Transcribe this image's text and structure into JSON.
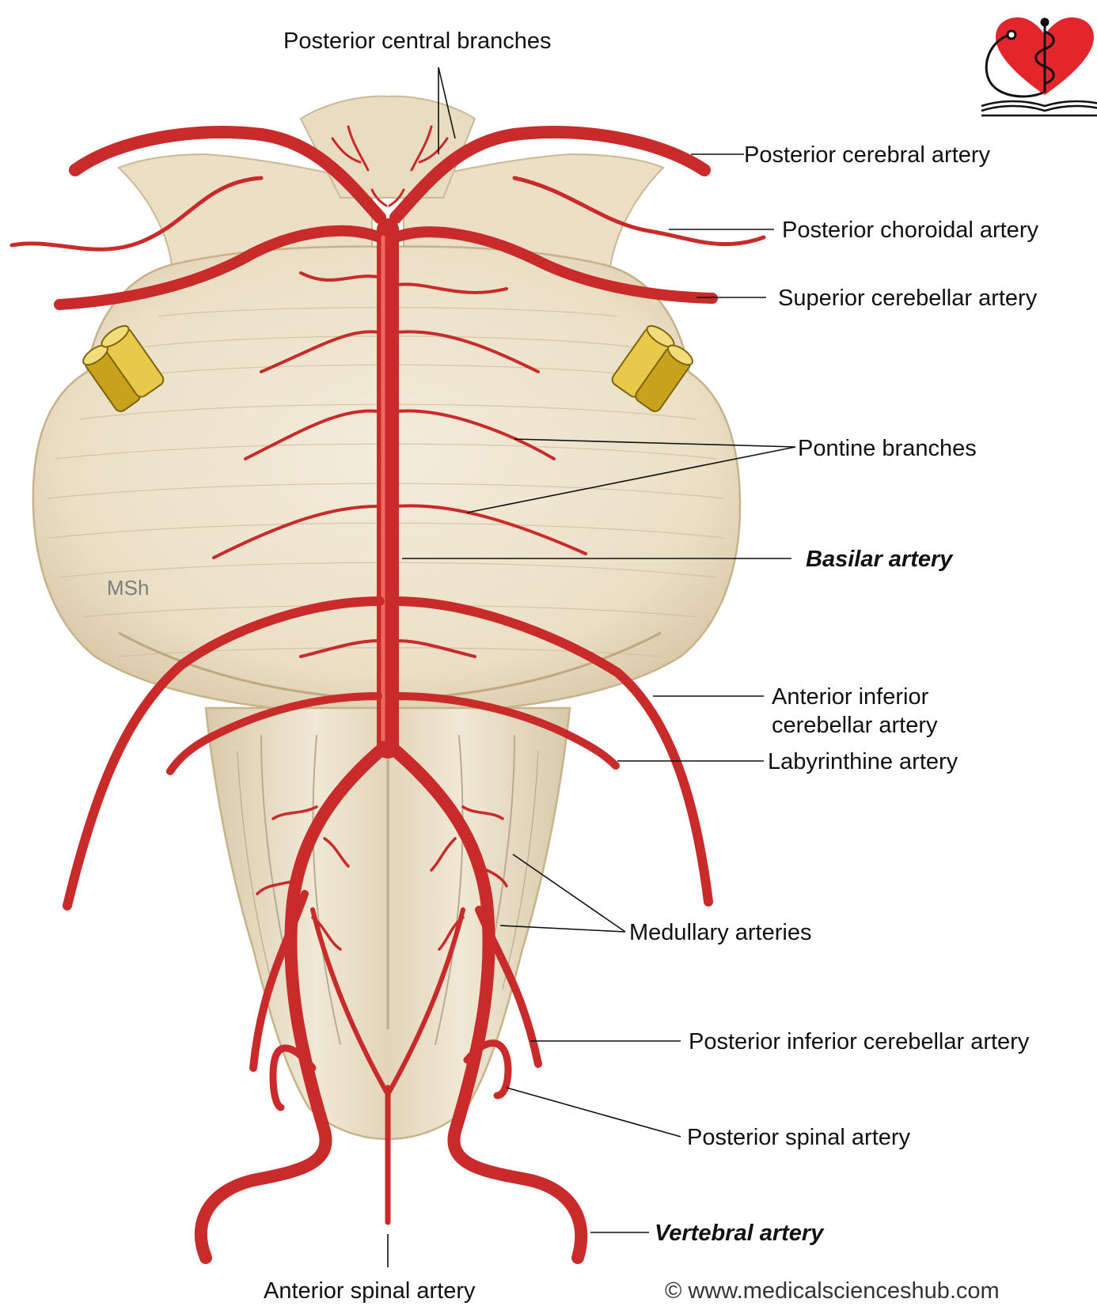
{
  "labels": {
    "posterior_central_branches": "Posterior central branches",
    "posterior_cerebral_artery": "Posterior cerebral artery",
    "posterior_choroidal_artery": "Posterior choroidal artery",
    "superior_cerebellar_artery": "Superior cerebellar artery",
    "pontine_branches": "Pontine branches",
    "basilar_artery": "Basilar artery",
    "anterior_inferior_cerebellar_artery_line1": "Anterior inferior",
    "anterior_inferior_cerebellar_artery_line2": "cerebellar artery",
    "labyrinthine_artery": "Labyrinthine artery",
    "medullary_arteries": "Medullary arteries",
    "posterior_inferior_cerebellar_artery": "Posterior inferior cerebellar artery",
    "posterior_spinal_artery": "Posterior spinal artery",
    "vertebral_artery": "Vertebral artery",
    "anterior_spinal_artery": "Anterior spinal artery"
  },
  "watermark": "MSh",
  "copyright": "© www.medicalscienceshub.com",
  "colors": {
    "artery": "#c92a2a",
    "artery_highlight": "#ef6a5c",
    "tissue": "#efe6d2",
    "tissue_shadow": "#d8cbb0",
    "nerve": "#e0bc34",
    "logo_heart": "#e3262b"
  }
}
